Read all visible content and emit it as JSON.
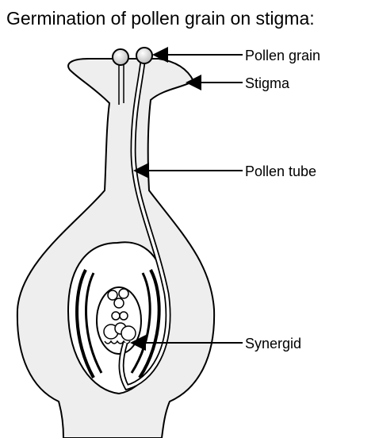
{
  "title": "Germination of pollen grain on stigma:",
  "labels": {
    "pollen_grain": "Pollen grain",
    "stigma": "Stigma",
    "pollen_tube": "Pollen tube",
    "synergid": "Synergid"
  },
  "colors": {
    "outline": "#000000",
    "tissue_fill": "#eeeeee",
    "background": "#ffffff"
  }
}
